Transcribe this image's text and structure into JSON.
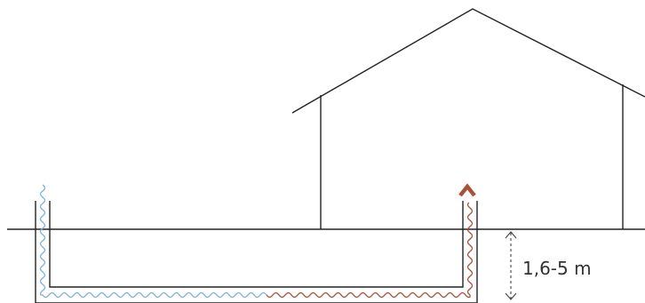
{
  "diagram": {
    "depth_label": "1,6-5 m",
    "colors": {
      "line": "#222222",
      "cold_pipe": "#7fb2dc",
      "warm_pipe": "#a9523a",
      "dimension": "#444444",
      "background": "#ffffff"
    },
    "icons": [
      "house-outline",
      "ground-line",
      "heat-exchange-pipe",
      "warm-air-outlet-arrow",
      "depth-dimension-arrow"
    ]
  }
}
